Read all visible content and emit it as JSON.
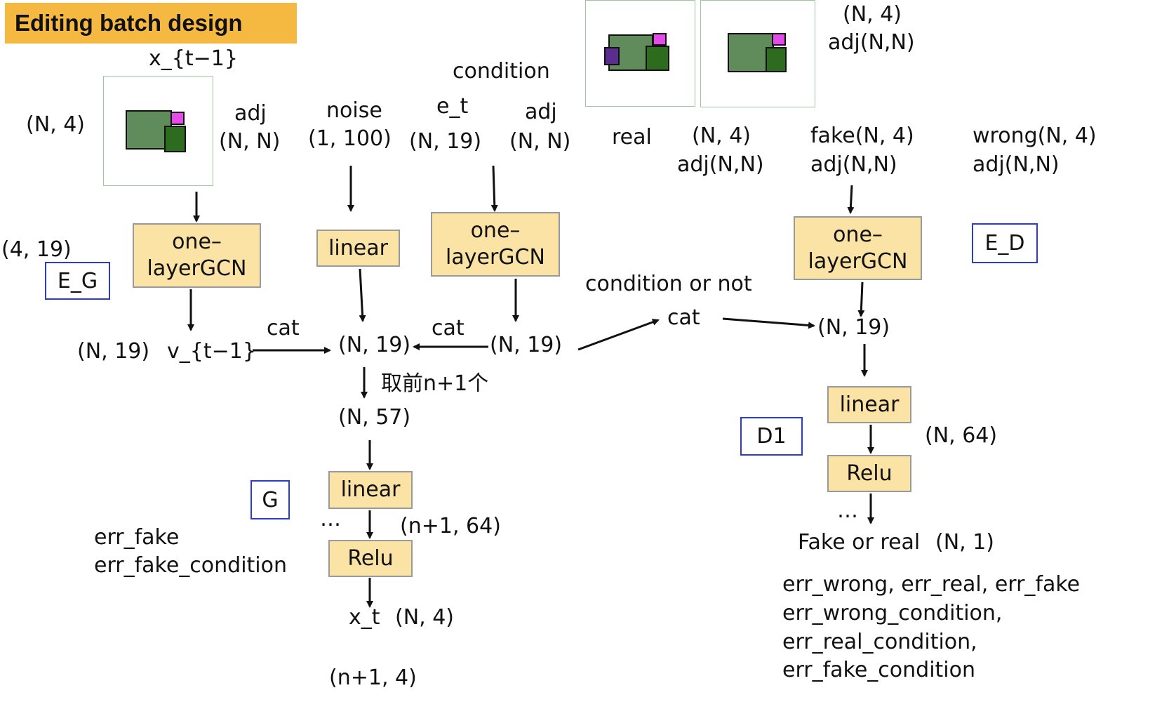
{
  "title": "Editing batch design",
  "generator": {
    "input_label": "x_{t−1}",
    "input_shape": "(N, 4)",
    "adj_label": "adj",
    "adj_shape": "(N, N)",
    "noise_label": "noise",
    "noise_shape": "(1, 100)",
    "condition_label": "condition",
    "et_label": "e_t",
    "et_shape": "(N, 19)",
    "adj2_label": "adj",
    "adj2_shape": "(N, N)",
    "gcn_left": "one–\nlayerGCN",
    "gcn_shape": "(4, 19)",
    "eg_label": "E_G",
    "linear_noise": "linear",
    "gcn_cond": "one–\nlayerGCN",
    "v_shape": "(N, 19)",
    "v_label": "v_{t−1}",
    "cat1": "cat",
    "center_shape": "(N, 19)",
    "cat2": "cat",
    "cond_out_shape": "(N, 19)",
    "take_first": "取前n+1个",
    "n57": "(N, 57)",
    "g_label": "G",
    "linear_g": "linear",
    "dots": "…",
    "n64": "(n+1, 64)",
    "relu_g": "Relu",
    "err_fake": "err_fake",
    "err_fake_condition": "err_fake_condition",
    "xt": "x_t",
    "xt_shape": "(N, 4)",
    "n1_4": "(n+1, 4)"
  },
  "discriminator": {
    "top_shape": "(N, 4)",
    "top_adj": "adj(N,N)",
    "real_label": "real",
    "real_shape": "(N, 4)",
    "real_adj": "adj(N,N)",
    "fake_label": "fake(N, 4)",
    "fake_adj": "adj(N,N)",
    "wrong_label": "wrong(N, 4)",
    "wrong_adj": "adj(N,N)",
    "gcn": "one–\nlayerGCN",
    "ed_label": "E_D",
    "cond_or_not": "condition or not",
    "cat": "cat",
    "n19": "(N, 19)",
    "d1_label": "D1",
    "linear": "linear",
    "n64": "(N, 64)",
    "relu": "Relu",
    "dots": "…",
    "fake_or_real": "Fake or real",
    "out_shape": "(N, 1)",
    "err_line1": "err_wrong, err_real, err_fake",
    "err_line2": "err_wrong_condition,",
    "err_line3": "err_real_condition,",
    "err_line4": "err_fake_condition"
  },
  "colors": {
    "title_bg": "#F5B942",
    "box_fill": "#FBE3A5",
    "label_border": "#2E3BC4",
    "room_green": "#5f8c5a",
    "room_dark": "#2d6b1e",
    "room_magenta": "#e44be8",
    "room_purple": "#5b2d8e"
  }
}
